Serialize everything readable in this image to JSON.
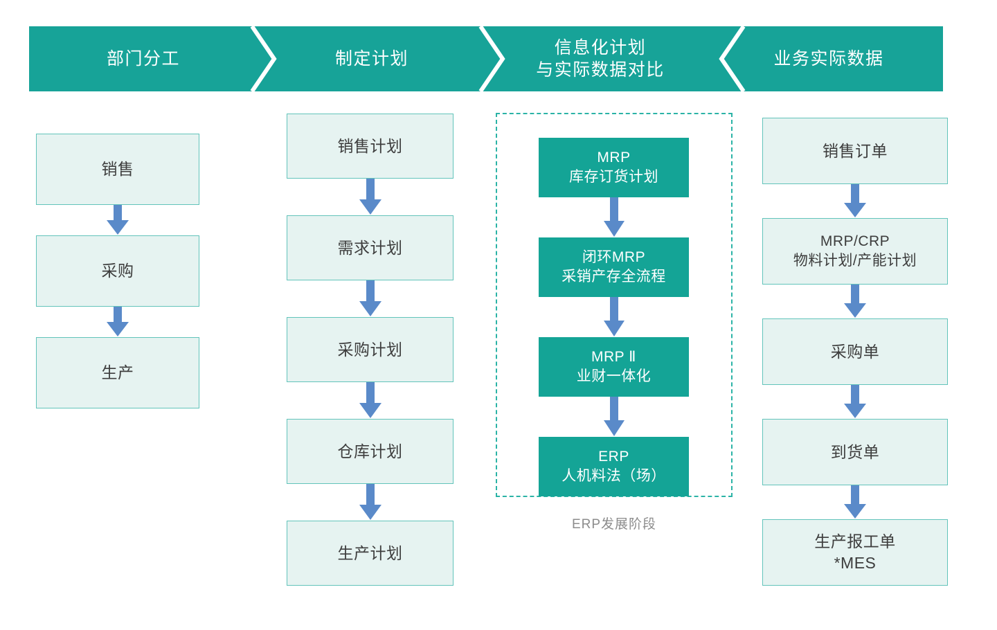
{
  "banner": {
    "background_color": "#17a398",
    "segments": [
      {
        "label": "部门分工",
        "divider_after": "chevron-right"
      },
      {
        "label": "制定计划",
        "divider_after": "chevron-right"
      },
      {
        "label": "信息化计划\n与实际数据对比",
        "divider_after": "chevron-left"
      },
      {
        "label": "业务实际数据",
        "divider_after": "none"
      }
    ]
  },
  "colors": {
    "banner_teal": "#17a398",
    "box_fill_light": "#e6f3f1",
    "box_border_light": "#61c3ba",
    "box_fill_dark": "#14a496",
    "arrow_blue": "#5a8ac9",
    "dashed_border": "#2bb3a6",
    "caption_gray": "#8c8c8c"
  },
  "columns": [
    {
      "name": "部门分工",
      "style": "light",
      "nodes": [
        {
          "label": "销售"
        },
        {
          "label": "采购"
        },
        {
          "label": "生产"
        }
      ],
      "connectors": [
        "arrow-down",
        "arrow-down"
      ]
    },
    {
      "name": "制定计划",
      "style": "light",
      "nodes": [
        {
          "label": "销售计划"
        },
        {
          "label": "需求计划"
        },
        {
          "label": "采购计划"
        },
        {
          "label": "仓库计划"
        },
        {
          "label": "生产计划"
        }
      ],
      "connectors": [
        "arrow-down",
        "arrow-down",
        "arrow-down",
        "arrow-down"
      ]
    },
    {
      "name": "信息化计划与实际数据对比",
      "style": "dark",
      "group_caption": "ERP发展阶段",
      "nodes": [
        {
          "label": "MRP\n库存订货计划"
        },
        {
          "label": "闭环MRP\n采销产存全流程"
        },
        {
          "label": "MRP Ⅱ\n业财一体化"
        },
        {
          "label": "ERP\n人机料法（场）"
        }
      ],
      "connectors": [
        "arrow-down",
        "arrow-down",
        "arrow-down"
      ]
    },
    {
      "name": "业务实际数据",
      "style": "light",
      "nodes": [
        {
          "label": "销售订单"
        },
        {
          "label": "MRP/CRP\n物料计划/产能计划"
        },
        {
          "label": "采购单"
        },
        {
          "label": "到货单"
        },
        {
          "label": "生产报工单\n*MES"
        }
      ],
      "connectors": [
        "arrow-down",
        "arrow-down",
        "arrow-down",
        "arrow-down"
      ]
    }
  ]
}
